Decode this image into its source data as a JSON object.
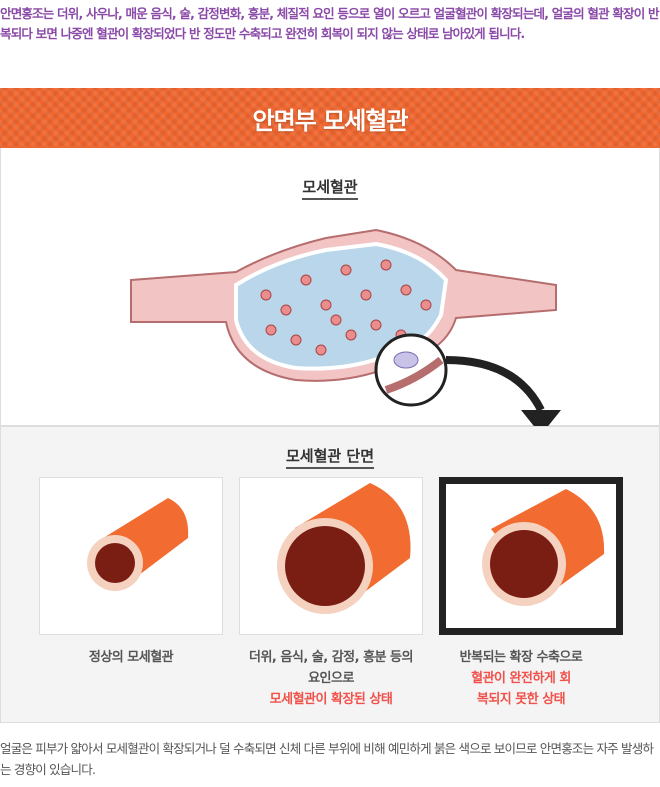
{
  "intro": "안면홍조는 더위, 사우나, 매운 음식, 술, 감정변화, 흥분, 체질적 요인 등으로 열이 오르고 얼굴혈관이 확장되는데, 얼굴의 혈관 확장이 반복되다 보면 나중엔 혈관이 확장되었다 반 정도만 수축되고 완전히 회복이 되지 않는 상태로 남아있게 됩니다.",
  "banner": "안면부 모세혈관",
  "capillary_title": "모세혈관",
  "section_title": "모세혈관 단면",
  "items": [
    {
      "line1": "정상의 모세혈관",
      "line2": "",
      "highlight": ""
    },
    {
      "line1": "더위, 음식, 술, 감정, 흥분 등의",
      "line2": "요인으로",
      "highlight": "모세혈관이 확장된 상태"
    },
    {
      "line1": "반복되는 확장 수축으로",
      "line2": "",
      "highlight": "혈관이 완전하게 회복되지 못한 상태"
    }
  ],
  "outro": "얼굴은 피부가 얇아서 모세혈관이 확장되거나 덜 수축되면 신체 다른 부위에 비해 예민하게 붉은 색으로 보이므로 안면홍조는 자주 발생하는 경향이 있습니다.",
  "colors": {
    "accent": "#f0662e",
    "purple": "#8a4aa8",
    "red": "#f0524b"
  }
}
